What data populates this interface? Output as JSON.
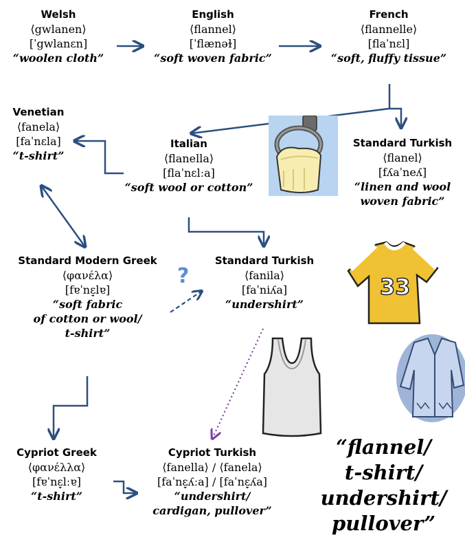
{
  "nodes": {
    "welsh": {
      "language": "Welsh",
      "word": "⟨gwlanen⟩",
      "ipa": "[ˈgwlanɛn]",
      "gloss": "“woolen cloth”"
    },
    "english": {
      "language": "English",
      "word": "⟨flannel⟩",
      "ipa": "[ˈflænəɫ]",
      "gloss": "“soft woven fabric”"
    },
    "french": {
      "language": "French",
      "word": "⟨flannelle⟩",
      "ipa": "[flaˈnɛl]",
      "gloss": "“soft, fluffy tissue”"
    },
    "venetian": {
      "language": "Venetian",
      "word": "⟨fanela⟩",
      "ipa": "[faˈnɛla]",
      "gloss": "“t-shirt”"
    },
    "italian": {
      "language": "Italian",
      "word": "⟨flanella⟩",
      "ipa": "[flaˈnɛlːa]",
      "gloss": "“soft wool or cotton”"
    },
    "turkish_top": {
      "language": "Standard Turkish",
      "word": "⟨flanel⟩",
      "ipa": "[fʎaˈneʎ]",
      "gloss_lines": [
        "“linen and wool",
        "woven fabric”"
      ]
    },
    "greek": {
      "language": "Standard Modern Greek",
      "word": "⟨φανέλα⟩",
      "ipa": "[fɐˈnɛ̞lɐ]",
      "gloss_lines": [
        "“soft fabric",
        "of cotton or wool/",
        "t-shirt”"
      ]
    },
    "turkish_mid": {
      "language": "Standard Turkish",
      "word": "⟨fanila⟩",
      "ipa": "[faˈniʎa]",
      "gloss": "“undershirt”"
    },
    "cypriot_greek": {
      "language": "Cypriot Greek",
      "word": "⟨φανέλλα⟩",
      "ipa": "[fɐˈnɛ̞lːɐ]",
      "gloss": "“t-shirt”"
    },
    "cypriot_turkish": {
      "language": "Cypriot Turkish",
      "word": "⟨fanella⟩ / ⟨fanela⟩",
      "ipa": "[faˈnɛ̞ʎːa] / [faˈnɛ̞ʎa]",
      "gloss_lines": [
        "“undershirt/",
        "cardigan, pullover”"
      ]
    }
  },
  "big_gloss_lines": [
    "“flannel/",
    "t-shirt/",
    "undershirt/",
    "pullover”"
  ],
  "question_mark": "?",
  "clipart": [
    "towel-icon",
    "jersey-icon",
    "undershirt-icon",
    "cardigan-icon"
  ],
  "jersey_number": "33",
  "colors": {
    "arrow": "#2b4f7e",
    "dashed_arrow": "#2b4f7e",
    "dotted_arrow": "#7b3fa5",
    "question": "#5b8ed6",
    "towel_bg": "#b8d4f0",
    "jersey": "#f0c133",
    "cardigan": "#9fb5d8"
  }
}
